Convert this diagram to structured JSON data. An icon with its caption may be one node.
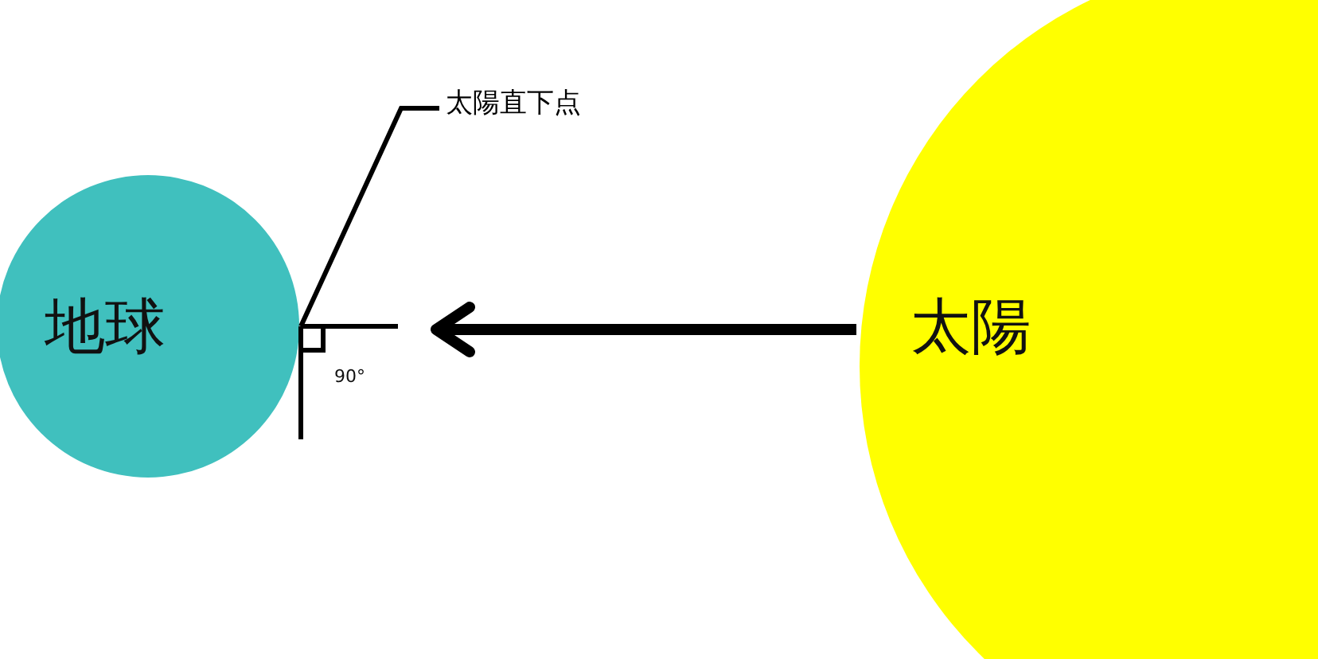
{
  "diagram": {
    "nodes": [
      {
        "text": [
          "地球"
        ]
      },
      {
        "text": [
          "太陽"
        ]
      },
      {
        "text": [
          "太陽直下点"
        ]
      }
    ],
    "edges": [
      {
        "from": 1,
        "to": 0,
        "arrow": "to",
        "style": "thick"
      },
      {
        "from": 2,
        "to": 0,
        "arrow": "none"
      }
    ],
    "labels": [
      "90°"
    ]
  }
}
